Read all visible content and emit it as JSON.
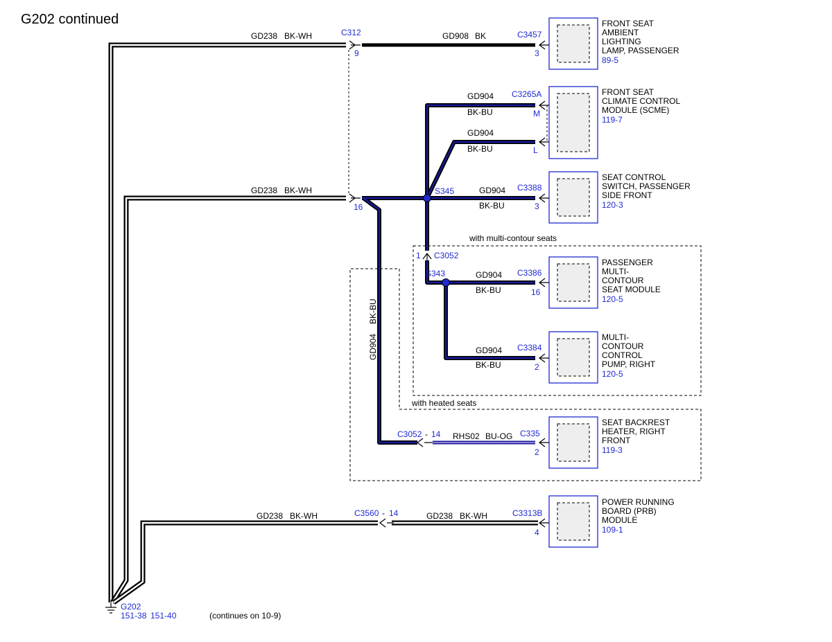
{
  "title": "G202 continued",
  "wires": {
    "gd238": "GD238",
    "bkwh": "BK-WH",
    "gd908": "GD908",
    "bk": "BK",
    "gd904": "GD904",
    "bkbu": "BK-BU",
    "rhs02": "RHS02",
    "buog": "BU-OG"
  },
  "connectors": {
    "c312": "C312",
    "c312_pin9": "9",
    "c312_pin16": "16",
    "c3457": "C3457",
    "c3457_pin": "3",
    "c3265a": "C3265A",
    "c3265a_pin_m": "M",
    "c3265a_pin_l": "L",
    "c3388": "C3388",
    "c3388_pin": "3",
    "c3052_top": "C3052",
    "c3052_top_pin": "1",
    "c3386": "C3386",
    "c3386_pin": "16",
    "c3384": "C3384",
    "c3384_pin": "2",
    "c3052_bottom": "C3052",
    "c3052_bottom_pin": "14",
    "c335": "C335",
    "c335_pin": "2",
    "c3560": "C3560",
    "c3560_pin": "14",
    "c3313b": "C3313B",
    "c3313b_pin": "4"
  },
  "splices": {
    "s345": "S345",
    "s343": "S343"
  },
  "components": [
    {
      "lines": [
        "FRONT SEAT",
        "AMBIENT",
        "LIGHTING",
        "LAMP, PASSENGER"
      ],
      "ref": "89-5"
    },
    {
      "lines": [
        "FRONT SEAT",
        "CLIMATE CONTROL",
        "MODULE (SCME)"
      ],
      "ref": "119-7"
    },
    {
      "lines": [
        "SEAT CONTROL",
        "SWITCH, PASSENGER",
        "SIDE FRONT"
      ],
      "ref": "120-3"
    },
    {
      "lines": [
        "PASSENGER",
        "MULTI-",
        "CONTOUR",
        "SEAT MODULE"
      ],
      "ref": "120-5"
    },
    {
      "lines": [
        "MULTI-",
        "CONTOUR",
        "CONTROL",
        "PUMP, RIGHT"
      ],
      "ref": "120-5"
    },
    {
      "lines": [
        "SEAT BACKREST",
        "HEATER, RIGHT",
        "FRONT"
      ],
      "ref": "119-3"
    },
    {
      "lines": [
        "POWER RUNNING",
        "BOARD (PRB)",
        "MODULE"
      ],
      "ref": "109-1"
    }
  ],
  "options": {
    "multi_contour": "with multi-contour seats",
    "heated": "with heated seats"
  },
  "ground": {
    "name": "G202",
    "ref1": "151-38",
    "ref2": "151-40",
    "continues": "(continues on 10-9)"
  },
  "colors": {
    "connector_blue": "#1f2ad1",
    "wire_bk_bu_core": "#1a1a9a",
    "wire_bu_og_core": "#b8a6e8"
  }
}
